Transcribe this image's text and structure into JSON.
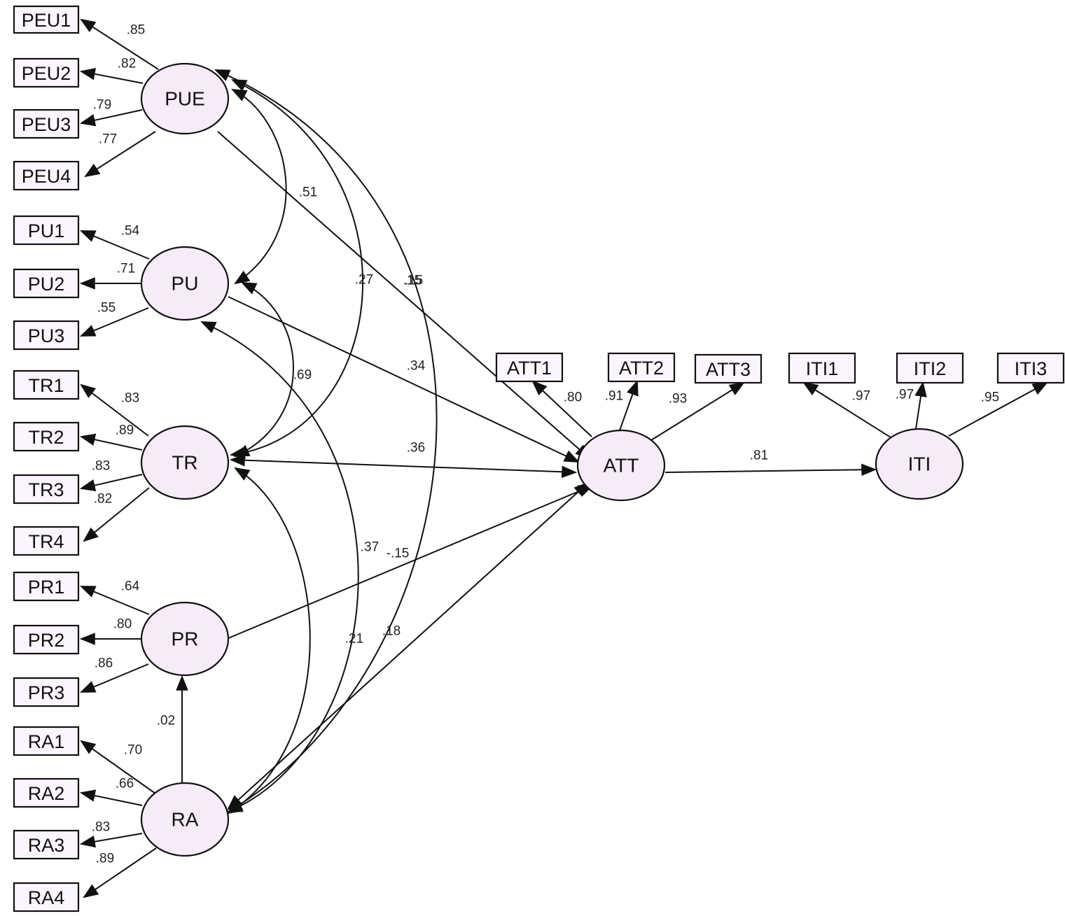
{
  "colors": {
    "latent_fill": "#f6ecf8",
    "indicator_fill": "#fbf6fd",
    "stroke": "#111111"
  },
  "latents": [
    {
      "id": "PUE",
      "label": "PUE"
    },
    {
      "id": "PU",
      "label": "PU"
    },
    {
      "id": "TR",
      "label": "TR"
    },
    {
      "id": "PR",
      "label": "PR"
    },
    {
      "id": "RA",
      "label": "RA"
    },
    {
      "id": "ATT",
      "label": "ATT"
    },
    {
      "id": "ITI",
      "label": "ITI"
    }
  ],
  "indicators": [
    {
      "id": "PEU1",
      "label": "PEU1",
      "latent": "PUE",
      "loading": ".85"
    },
    {
      "id": "PEU2",
      "label": "PEU2",
      "latent": "PUE",
      "loading": ".82"
    },
    {
      "id": "PEU3",
      "label": "PEU3",
      "latent": "PUE",
      "loading": ".79"
    },
    {
      "id": "PEU4",
      "label": "PEU4",
      "latent": "PUE",
      "loading": ".77"
    },
    {
      "id": "PU1",
      "label": "PU1",
      "latent": "PU",
      "loading": ".54"
    },
    {
      "id": "PU2",
      "label": "PU2",
      "latent": "PU",
      "loading": ".71"
    },
    {
      "id": "PU3",
      "label": "PU3",
      "latent": "PU",
      "loading": ".55"
    },
    {
      "id": "TR1",
      "label": "TR1",
      "latent": "TR",
      "loading": ".83"
    },
    {
      "id": "TR2",
      "label": "TR2",
      "latent": "TR",
      "loading": ".89"
    },
    {
      "id": "TR3",
      "label": "TR3",
      "latent": "TR",
      "loading": ".83"
    },
    {
      "id": "TR4",
      "label": "TR4",
      "latent": "TR",
      "loading": ".82"
    },
    {
      "id": "PR1",
      "label": "PR1",
      "latent": "PR",
      "loading": ".64"
    },
    {
      "id": "PR2",
      "label": "PR2",
      "latent": "PR",
      "loading": ".80"
    },
    {
      "id": "PR3",
      "label": "PR3",
      "latent": "PR",
      "loading": ".86"
    },
    {
      "id": "RA1",
      "label": "RA1",
      "latent": "RA",
      "loading": ".70"
    },
    {
      "id": "RA2",
      "label": "RA2",
      "latent": "RA",
      "loading": ".66"
    },
    {
      "id": "RA3",
      "label": "RA3",
      "latent": "RA",
      "loading": ".83"
    },
    {
      "id": "RA4",
      "label": "RA4",
      "latent": "RA",
      "loading": ".89"
    },
    {
      "id": "ATT1",
      "label": "ATT1",
      "latent": "ATT",
      "loading": ".80"
    },
    {
      "id": "ATT2",
      "label": "ATT2",
      "latent": "ATT",
      "loading": ".91"
    },
    {
      "id": "ATT3",
      "label": "ATT3",
      "latent": "ATT",
      "loading": ".93"
    },
    {
      "id": "ITI1",
      "label": "ITI1",
      "latent": "ITI",
      "loading": ".97"
    },
    {
      "id": "ITI2",
      "label": "ITI2",
      "latent": "ITI",
      "loading": ".97"
    },
    {
      "id": "ITI3",
      "label": "ITI3",
      "latent": "ITI",
      "loading": ".95"
    }
  ],
  "paths": [
    {
      "from": "PUE",
      "to": "ATT",
      "value": ".15"
    },
    {
      "from": "PU",
      "to": "ATT",
      "value": ".34"
    },
    {
      "from": "PR",
      "to": "ATT",
      "value": "-.15"
    },
    {
      "from": "RA",
      "to": "PR",
      "value": ".02"
    },
    {
      "from": "ATT",
      "to": "ITI",
      "value": ".81"
    }
  ],
  "correlations": [
    {
      "a": "PUE",
      "b": "PU",
      "value": ".51"
    },
    {
      "a": "PUE",
      "b": "TR",
      "value": ".27"
    },
    {
      "a": "PUE",
      "b": "RA",
      "value": ".15"
    },
    {
      "a": "PU",
      "b": "TR",
      "value": ".69"
    },
    {
      "a": "PU",
      "b": "RA",
      "value": ".21"
    },
    {
      "a": "TR",
      "b": "RA",
      "value": ".37"
    },
    {
      "a": "TR",
      "b": "ATT",
      "value": ".36"
    },
    {
      "a": "RA",
      "b": "ATT",
      "value": ".18"
    }
  ]
}
